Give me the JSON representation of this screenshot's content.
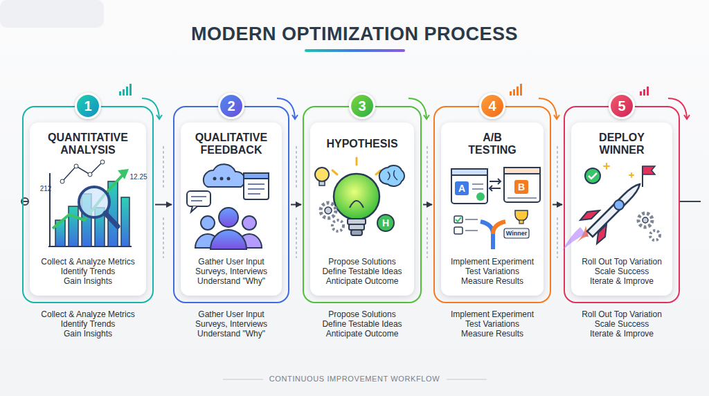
{
  "diagram": {
    "title": "MODERN OPTIMIZATION PROCESS",
    "caption": "CONTINUOUS IMPROVEMENT WORKFLOW",
    "nodes": [
      {
        "text": [
          "QUANTITATIVE ANALYSIS",
          "Collect & Analyze Metrics",
          "Identify Trends",
          "Gain Insights",
          "Collect & Analyze Metrics",
          "Identify Trends",
          "Gain Insights"
        ]
      },
      {
        "text": [
          "1"
        ],
        "in": 0
      },
      {
        "text": [
          "QUALITATIVE FEEDBACK",
          "Gather User Input",
          "Surveys, Interviews",
          "Understand \"Why\"",
          "Gather User Input",
          "Surveys, Interviews",
          "Understand \"Why\""
        ]
      },
      {
        "text": [
          "2"
        ],
        "in": 2
      },
      {
        "text": [
          "HYPOTHESIS",
          "Propose Solutions",
          "Define Testable Ideas",
          "Anticipate Outcome",
          "Propose Solutions",
          "Define Testable Ideas",
          "Anticipate Outcome"
        ]
      },
      {
        "text": [
          "3"
        ],
        "in": 4
      },
      {
        "text": [
          "A/B TESTING",
          "Implement Experiment",
          "Test Variations",
          "Measure Results",
          "Implement Experiment",
          "Test Variations",
          "Measure Results"
        ]
      },
      {
        "text": [
          "4"
        ],
        "in": 6
      },
      {
        "text": [
          "DEPLOY WINNER",
          "Roll Out Top Variation",
          "Scale Success",
          "Iterate & Improve",
          "Roll Out Top Variation",
          "Scale Success",
          "Iterate & Improve"
        ]
      },
      {
        "text": [
          "5"
        ],
        "in": 8
      }
    ],
    "edges": [
      {
        "from": 0,
        "to": 2,
        "arrow": "to"
      },
      {
        "from": 2,
        "to": 4,
        "arrow": "to"
      },
      {
        "from": 4,
        "to": 6,
        "arrow": "to"
      },
      {
        "from": 6,
        "to": 8,
        "arrow": "to"
      }
    ],
    "labels": [
      "212",
      "12.25",
      "A",
      "B",
      "H",
      "Winner"
    ]
  }
}
